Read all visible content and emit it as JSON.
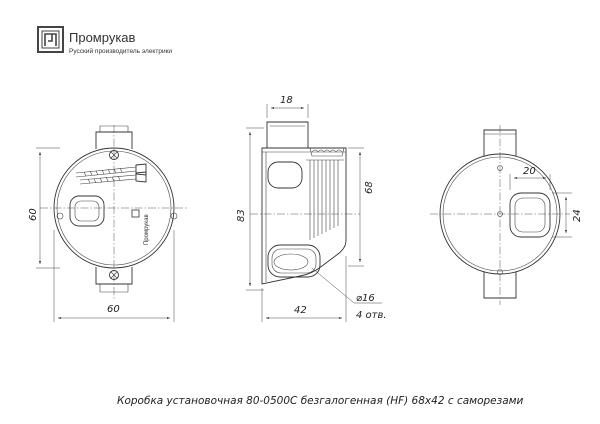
{
  "logo": {
    "brand_name": "Промрукав",
    "tagline": "Русский производитель электрики"
  },
  "front_view": {
    "dim_height": "60",
    "dim_width": "60",
    "product_label": "Промрукав"
  },
  "side_view": {
    "dim_top_width": "18",
    "dim_total_height": "83",
    "dim_inner_height": "68",
    "dim_depth": "42",
    "dim_hole_diameter": "⌀16",
    "dim_hole_count": "4 отв."
  },
  "back_view": {
    "dim_slot_width": "20",
    "dim_slot_height": "24"
  },
  "caption": "Коробка установочная 80-0500С безгалогенная (HF) 68х42 с саморезами"
}
